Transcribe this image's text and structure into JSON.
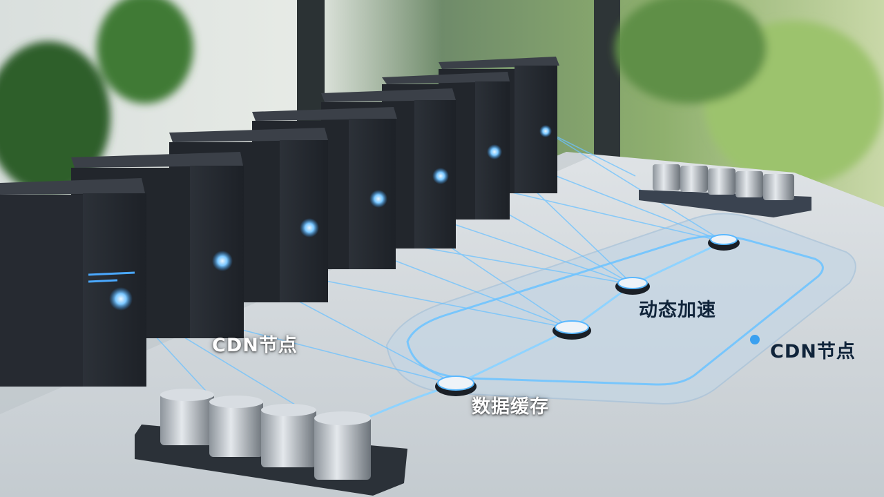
{
  "labels": {
    "cdn_node_left": "CDN节点",
    "dynamic_acceleration": "动态加速",
    "cdn_node_right": "CDN节点",
    "data_cache": "数据缓存"
  },
  "colors": {
    "glow": "#5ab8ff",
    "accent_dot": "#3aa0f0",
    "server_body": "#2a2f36",
    "label_light": "#ffffff",
    "label_dark": "#10243a"
  }
}
